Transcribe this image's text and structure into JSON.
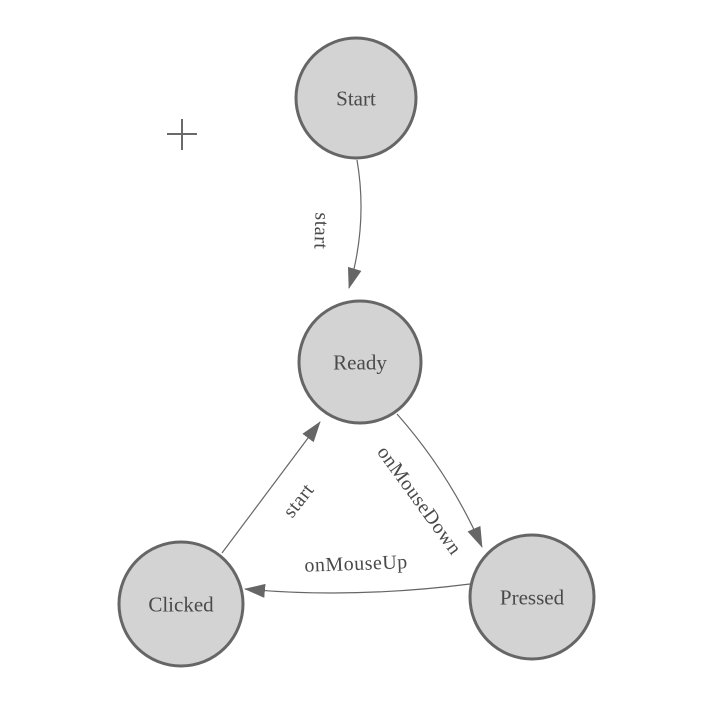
{
  "diagram": {
    "title": "finite-state-machine",
    "colors": {
      "background": "#ffffff",
      "node_fill": "#d3d3d3",
      "node_stroke": "#666666",
      "edge_stroke": "#666666",
      "label_text": "#4a4a4a"
    },
    "nodes": [
      {
        "id": "start",
        "label": "Start"
      },
      {
        "id": "ready",
        "label": "Ready"
      },
      {
        "id": "clicked",
        "label": "Clicked"
      },
      {
        "id": "pressed",
        "label": "Pressed"
      }
    ],
    "edges": [
      {
        "from": "start",
        "to": "ready",
        "label": "start"
      },
      {
        "from": "clicked",
        "to": "ready",
        "label": "start"
      },
      {
        "from": "ready",
        "to": "pressed",
        "label": "onMouseDown"
      },
      {
        "from": "pressed",
        "to": "clicked",
        "label": "onMouseUp"
      }
    ],
    "cursor": {
      "icon": "crosshair-plus-icon"
    }
  }
}
